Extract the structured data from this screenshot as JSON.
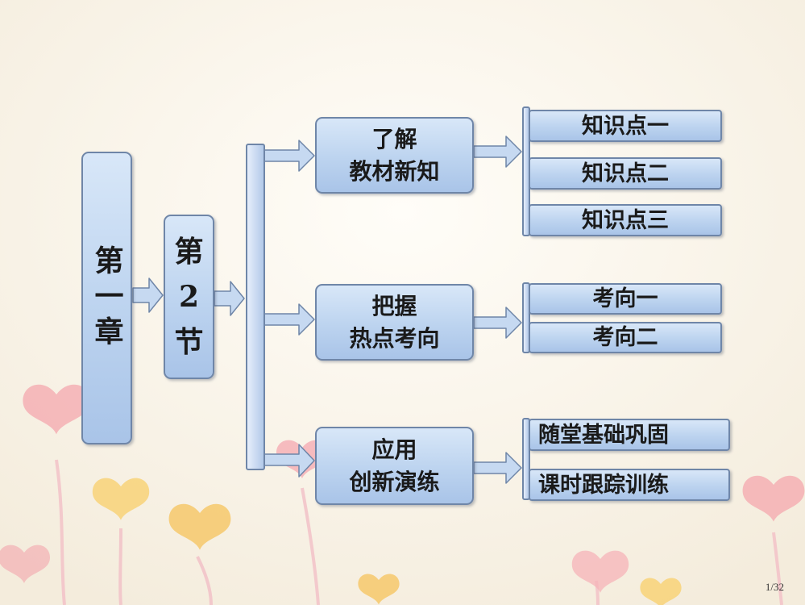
{
  "chapter": {
    "text": "第一章"
  },
  "section": {
    "line1": "第",
    "line2": "2",
    "line3": "节"
  },
  "groups": [
    {
      "line1": "了解",
      "line2": "教材新知",
      "items": [
        "知识点一",
        "知识点二",
        "知识点三"
      ]
    },
    {
      "line1": "把握",
      "line2": "热点考向",
      "items": [
        "考向一",
        "考向二"
      ]
    },
    {
      "line1": "应用",
      "line2": "创新演练",
      "items": [
        "随堂基础巩固",
        "课时跟踪训练"
      ]
    }
  ],
  "page_number": "1/32",
  "colors": {
    "box_border": "#6f86a8",
    "box_fill": "#bcd3ef",
    "arrow_fill": "#c6d9f1",
    "background": "#fbf6ec"
  }
}
